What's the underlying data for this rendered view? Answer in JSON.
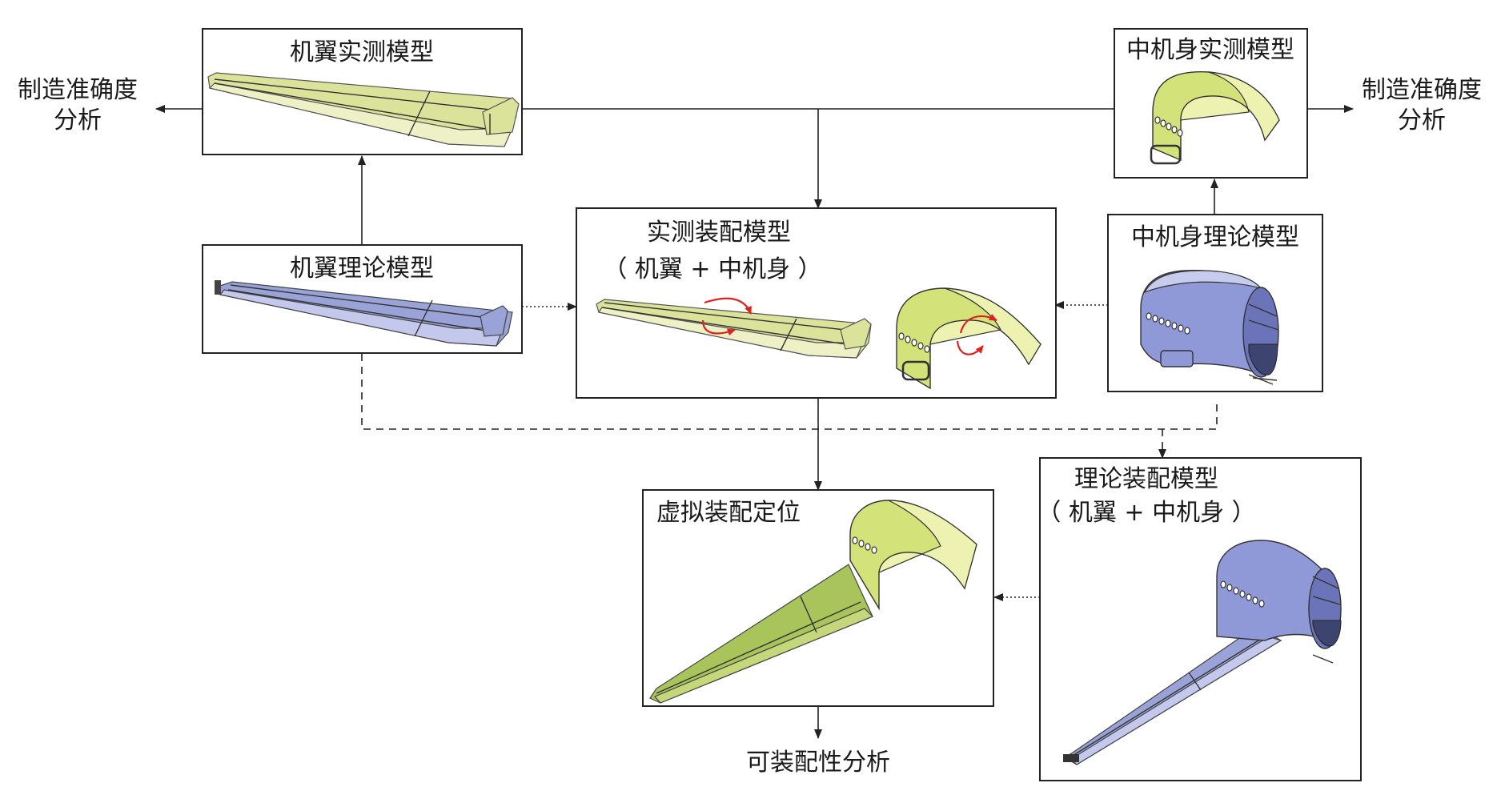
{
  "boxes": {
    "wing_measured": "机翼实测模型",
    "fuselage_measured": "中机身实测模型",
    "wing_theory": "机翼理论模型",
    "fuselage_theory": "中机身理论模型",
    "measured_assembly": [
      "实测装配模型",
      "（ 机翼 + 中机身 ）"
    ],
    "theory_assembly": [
      "理论装配模型",
      "（ 机翼 + 中机身 ）"
    ],
    "virtual_positioning": "虚拟装配定位"
  },
  "outputs": {
    "left_accuracy": [
      "制造准确度",
      "分析"
    ],
    "right_accuracy": [
      "制造准确度",
      "分析"
    ],
    "assemblability": "可装配性分析"
  },
  "colors": {
    "measured_model": "#dbe29a",
    "theory_model": "#9aa3d8",
    "virtual_assembly": "#a9c45a",
    "adjust_arrows": "#e02020"
  }
}
